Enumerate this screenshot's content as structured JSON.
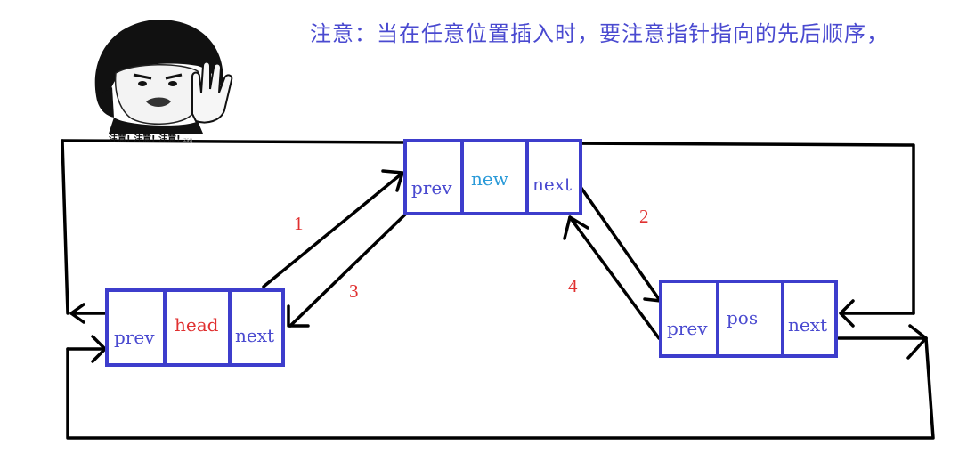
{
  "note": "注意：当在任意位置插入时，要注意指针指向的先后顺序，",
  "meme": {
    "caption": "注意! 注意! 注意!",
    "watermark": "zsq"
  },
  "nodes": {
    "head": {
      "prev": "prev",
      "data": "head",
      "next": "next"
    },
    "new": {
      "prev": "prev",
      "data": "new",
      "next": "next"
    },
    "pos": {
      "prev": "prev",
      "data": "pos",
      "next": "next"
    }
  },
  "steps": [
    "1",
    "2",
    "3",
    "4"
  ],
  "colors": {
    "node_border": "#3d3dcc",
    "field_text": "#4a4ad0",
    "head_text": "#e03030",
    "new_text": "#2a9ad8",
    "step_text": "#e03030",
    "arrow": "#000000"
  }
}
